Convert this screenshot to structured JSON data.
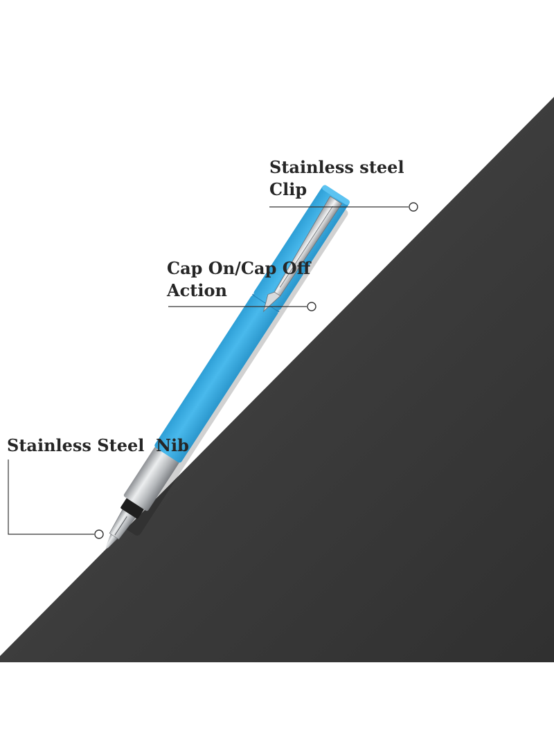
{
  "callouts": {
    "clip": {
      "line1": "Stainless steel",
      "line2": "Clip"
    },
    "cap": {
      "line1": "Cap On/Cap Off",
      "line2": "Action"
    },
    "nib": {
      "line1": "Stainless Steel  Nib"
    }
  },
  "colors": {
    "background": "#ffffff",
    "dark_panel": "#3a3a3a",
    "pen_body": "#3fb1e6",
    "steel": "#c9cbcd",
    "label_text": "#262626"
  },
  "icons": [
    "fountain-pen",
    "callout-dot"
  ]
}
